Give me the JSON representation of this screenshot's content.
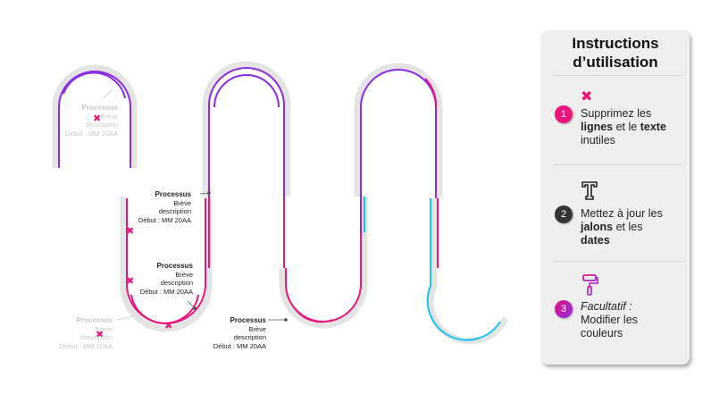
{
  "colors": {
    "purple": "#8b2be2",
    "magenta": "#e8157d",
    "cyan": "#19c3ee",
    "grey_track": "#e4e4e4",
    "faded_text": "#c8c8c8",
    "x_marker": "#e8157d",
    "badge_1": "#e8157d",
    "badge_2": "#333333",
    "badge_3_gradient": [
      "#e8157d",
      "#8b2be2"
    ]
  },
  "milestones": [
    {
      "title": "Processus",
      "line1": "Brève",
      "line2": "description",
      "line3": "Début : MM 20AA",
      "faded": true
    },
    {
      "title": "Processus",
      "line1": "Brève",
      "line2": "description",
      "line3": "Début : MM 20AA",
      "faded": false
    },
    {
      "title": "Processus",
      "line1": "Brève",
      "line2": "description",
      "line3": "Début : MM 20AA",
      "faded": false
    },
    {
      "title": "Processus",
      "line1": "Brève",
      "line2": "description",
      "line3": "Début : MM 20AA",
      "faded": true
    },
    {
      "title": "Processus",
      "line1": "Brève",
      "line2": "description",
      "line3": "Début : MM 20AA",
      "faded": false
    }
  ],
  "panel": {
    "title_line1": "Instructions",
    "title_line2": "d’utilisation",
    "steps": [
      {
        "number": "1",
        "icon": "delete-x-icon",
        "text_a": "Supprimez les",
        "bold_1": "lignes",
        "text_b": "et le",
        "bold_2": "texte",
        "text_c": "inutiles"
      },
      {
        "number": "2",
        "icon": "text-type-icon",
        "text_a": "Mettez à jour les",
        "bold_1": "jalons",
        "text_b": "et les",
        "bold_2": "dates",
        "text_c": ""
      },
      {
        "number": "3",
        "icon": "paint-roller-icon",
        "italic": "Facultatif :",
        "text_a": "Modifier les",
        "text_c": "couleurs"
      }
    ]
  }
}
